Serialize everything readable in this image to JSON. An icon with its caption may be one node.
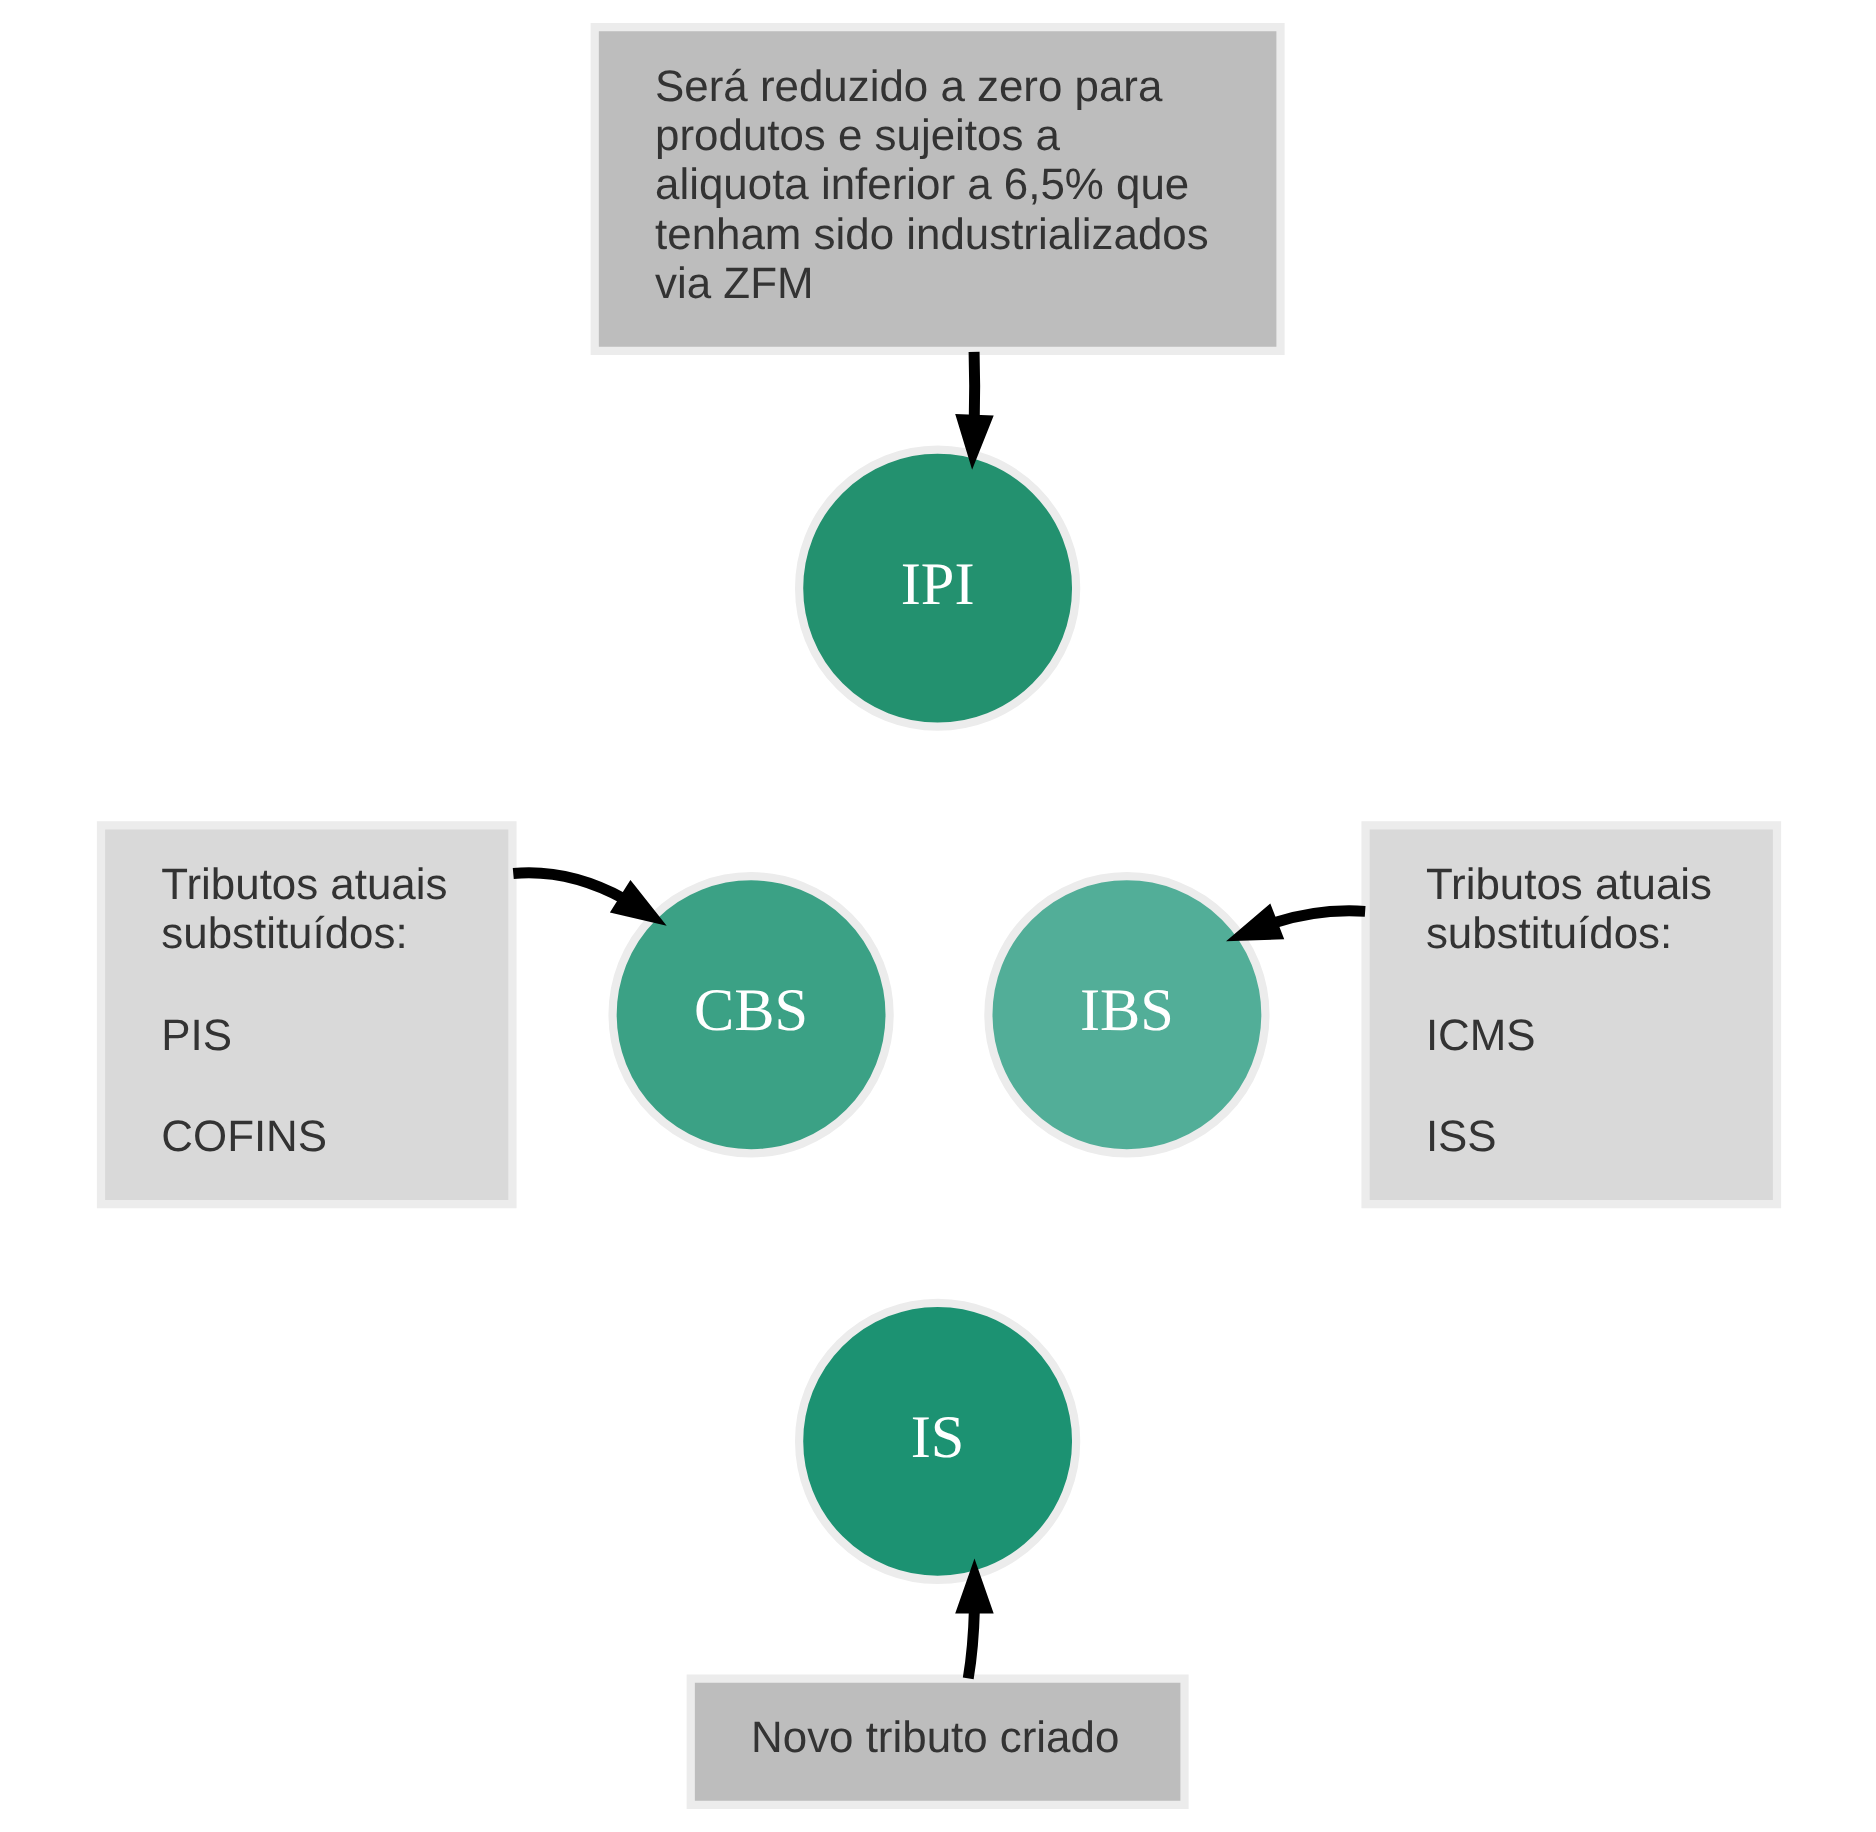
{
  "diagram": {
    "nodes": [
      {
        "text": [
          "Será reduzido a zero para produtos e sujeitos a aliquota inferior a 6,5% que tenham sido industrializados via ZFM"
        ]
      },
      {
        "text": [
          "IPI"
        ]
      },
      {
        "text": [
          "Tributos atuais substituídos:",
          "PIS",
          "COFINS"
        ]
      },
      {
        "text": [
          "CBS"
        ]
      },
      {
        "text": [
          "IBS"
        ]
      },
      {
        "text": [
          "Tributos atuais substituídos:",
          "ICMS",
          "ISS"
        ]
      },
      {
        "text": [
          "IS"
        ]
      },
      {
        "text": [
          "Novo tributo criado"
        ]
      }
    ],
    "edges": [
      {
        "from": 0,
        "to": 1,
        "arrow": "to"
      },
      {
        "from": 5,
        "to": 4,
        "arrow": "to"
      },
      {
        "from": 7,
        "to": 6,
        "arrow": "to"
      },
      {
        "from": 2,
        "to": 3,
        "arrow": "to"
      }
    ]
  }
}
